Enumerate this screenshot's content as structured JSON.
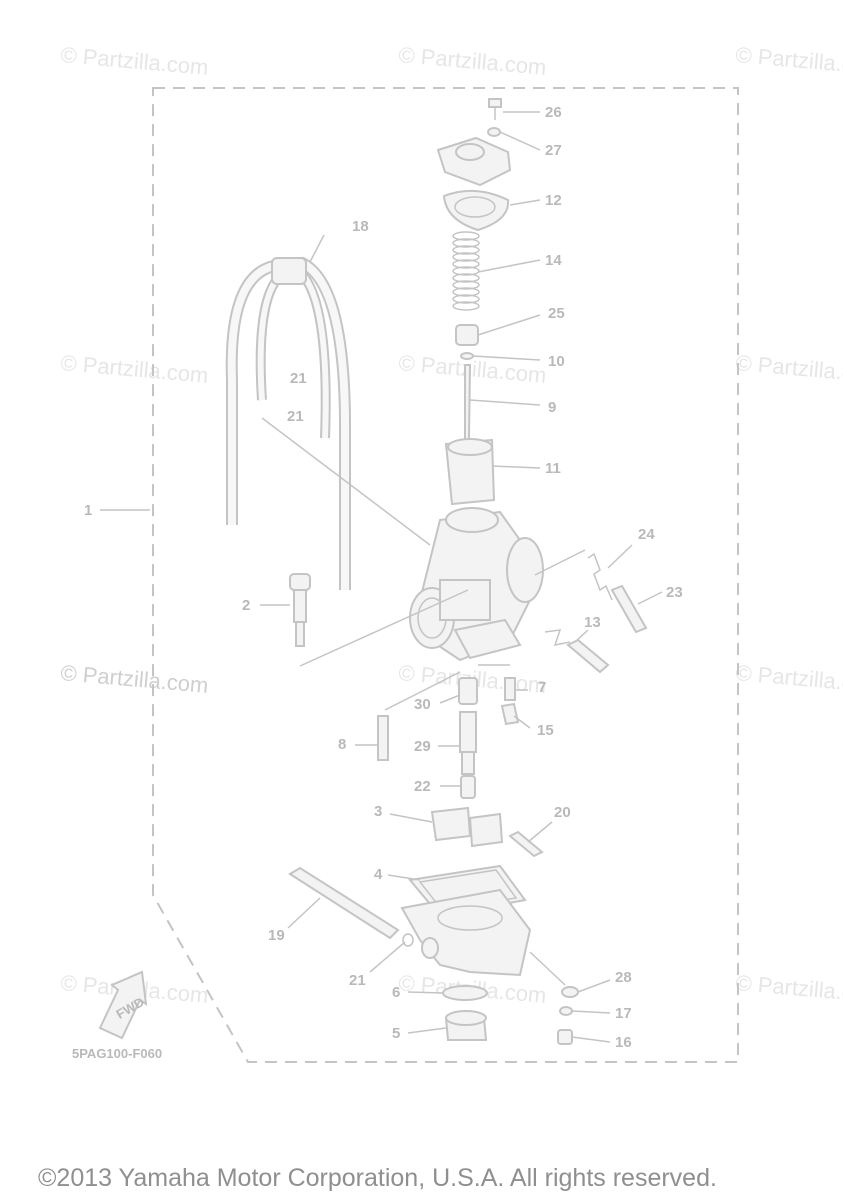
{
  "watermarks": {
    "text": "© Partzilla.com"
  },
  "diagram_code": "5PAG100-F060",
  "fwd_label": "FWD",
  "copyright": "©2013 Yamaha Motor Corporation, U.S.A. All rights reserved.",
  "callouts": {
    "c1": "1",
    "c2": "2",
    "c3": "3",
    "c4": "4",
    "c5": "5",
    "c6": "6",
    "c7": "7",
    "c8": "8",
    "c9": "9",
    "c10": "10",
    "c11": "11",
    "c12": "12",
    "c13": "13",
    "c14": "14",
    "c15": "15",
    "c16": "16",
    "c17": "17",
    "c18": "18",
    "c19": "19",
    "c20": "20",
    "c21a": "21",
    "c21b": "21",
    "c21c": "21",
    "c22": "22",
    "c23": "23",
    "c24": "24",
    "c25": "25",
    "c26": "26",
    "c27": "27",
    "c28": "28",
    "c29": "29",
    "c30": "30"
  }
}
